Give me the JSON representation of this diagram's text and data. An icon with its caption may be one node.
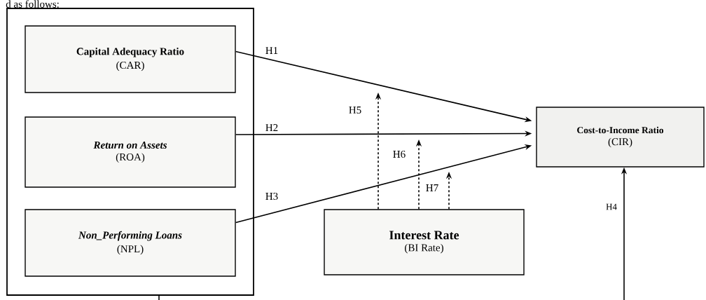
{
  "diagram": {
    "nodes": [
      {
        "text": [],
        "shape": "box"
      },
      {
        "text": [
          "Capital Adequacy Ratio",
          "(CAR)"
        ],
        "in": 0
      },
      {
        "text": [
          "Return on Assets",
          "(ROA)"
        ],
        "in": 0
      },
      {
        "text": [
          "Non_Performing Loans",
          "(NPL)"
        ],
        "in": 0
      },
      {
        "text": [
          "Interest Rate",
          "(BI Rate)"
        ]
      },
      {
        "text": [
          "Cost-to-Income Ratio",
          "(CIR)"
        ]
      }
    ],
    "edges": [
      {
        "from": 1,
        "to": 5,
        "arrow": "to",
        "label": "H1"
      },
      {
        "from": 2,
        "to": 5,
        "arrow": "to",
        "label": "H2"
      },
      {
        "from": 3,
        "to": 5,
        "arrow": "to",
        "label": "H3"
      },
      {
        "from": 0,
        "to": 5,
        "arrow": "to",
        "label": "H4"
      },
      {
        "from": 4,
        "to": null,
        "arrow": "to",
        "label": "H5",
        "style": "dashed"
      },
      {
        "from": 4,
        "to": null,
        "arrow": "to",
        "label": "H6",
        "style": "dashed"
      },
      {
        "from": 4,
        "to": null,
        "arrow": "to",
        "label": "H7",
        "style": "dashed"
      }
    ],
    "labels": [
      "d as follows:"
    ]
  }
}
